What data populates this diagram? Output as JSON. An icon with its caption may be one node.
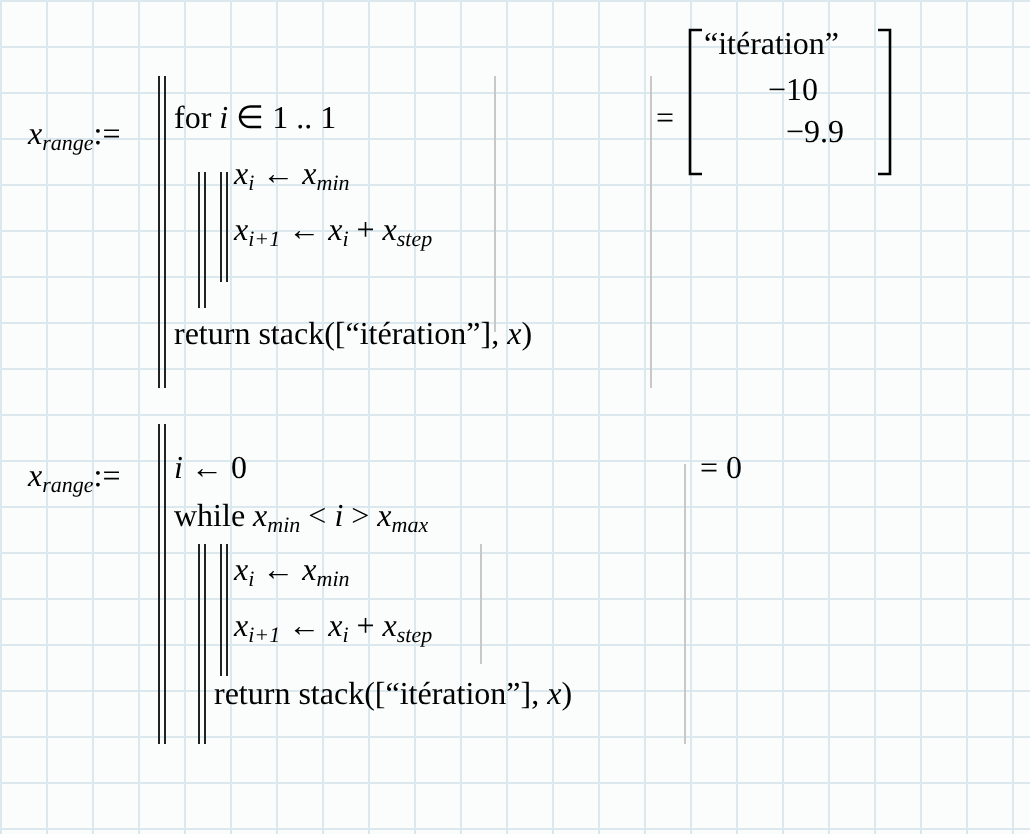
{
  "diagram": {
    "labels": [
      "*x*$_{range}$:=",
      "for *i* ∈ 1 .. 1",
      "*x*$_{i}$ ← *x*$_{min}$",
      "*x*$_{i+1}$ ← *x*$_{i}$ + *x*$_{step}$",
      "return stack([“itération”], *x*)",
      "=",
      "“itération”",
      "−10",
      "−9.9",
      "*x*$_{range}$:=",
      "*i* ← 0",
      "while *x*$_{min}$ < *i* > *x*$_{max}$",
      "*x*$_{i}$ ← *x*$_{min}$",
      "*x*$_{i+1}$ ← *x*$_{i}$ + *x*$_{step}$",
      "return stack([“itération”], *x*)",
      "= 0"
    ]
  }
}
